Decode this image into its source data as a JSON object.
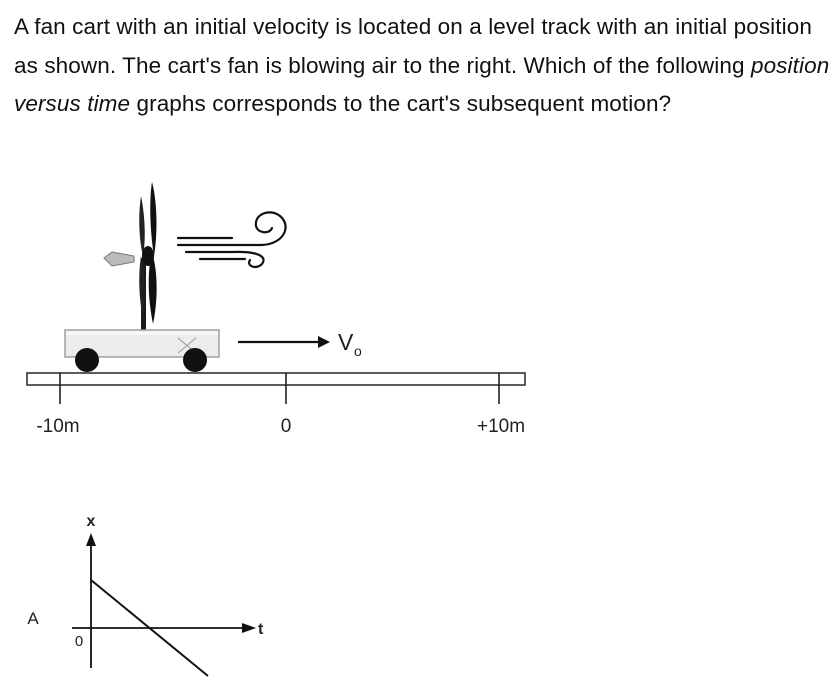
{
  "question": {
    "part1": "A fan cart with an initial velocity is located on a level track with an initial position as shown. The cart's fan is blowing air to the right. Which of the following ",
    "emphasis": "position versus time",
    "part2": " graphs corresponds to the cart's subsequent motion?"
  },
  "track": {
    "left_label": "-10m",
    "center_label": "0",
    "right_label": "+10m"
  },
  "velocity_label": {
    "main": "V",
    "subscript": "o"
  },
  "graphs": [
    {
      "option": "A",
      "x_axis_label": "t",
      "y_axis_label": "x",
      "origin_label": "0"
    }
  ]
}
